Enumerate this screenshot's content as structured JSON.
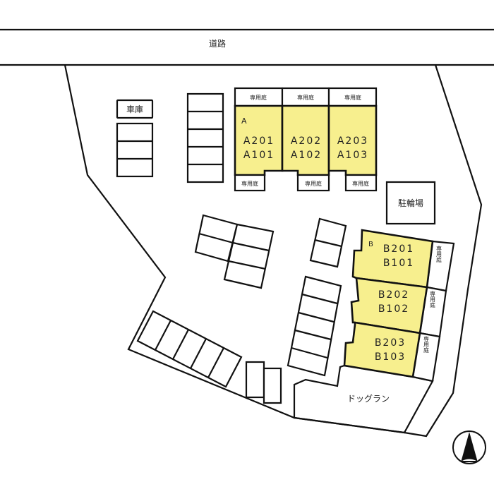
{
  "road_label": "道路",
  "garage_label": "車庫",
  "bicycle_parking_label": "駐輪場",
  "dog_run_label": "ドッグラン",
  "private_garden_label": "専用庭",
  "building_a": {
    "label": "A",
    "units": [
      {
        "upper": "A201",
        "lower": "A101"
      },
      {
        "upper": "A202",
        "lower": "A102"
      },
      {
        "upper": "A203",
        "lower": "A103"
      }
    ]
  },
  "building_b": {
    "label": "B",
    "units": [
      {
        "upper": "B201",
        "lower": "B101"
      },
      {
        "upper": "B202",
        "lower": "B102"
      },
      {
        "upper": "B203",
        "lower": "B103"
      }
    ]
  },
  "colors": {
    "unit_fill": "#f7ef8e",
    "line": "#111111"
  }
}
